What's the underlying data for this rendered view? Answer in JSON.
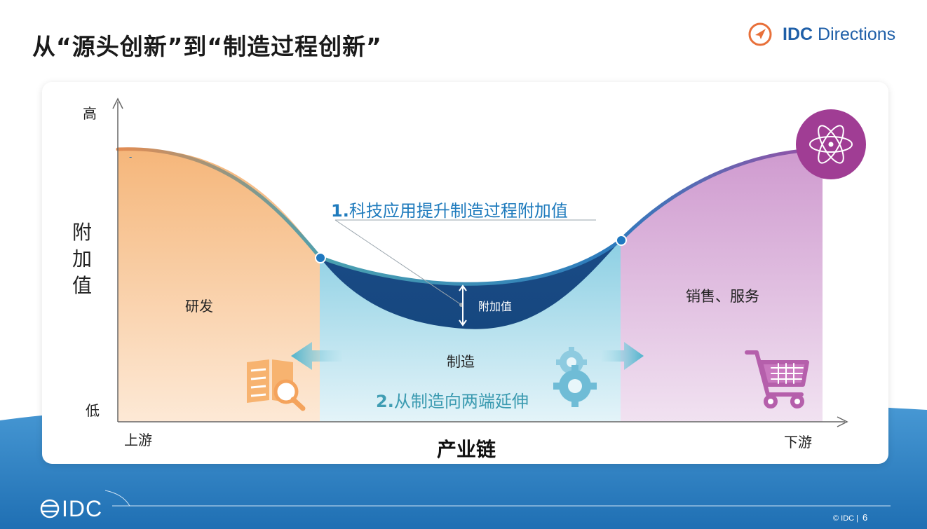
{
  "page": {
    "title": "从“源头创新”到“制造过程创新”",
    "brand": {
      "bold": "IDC",
      "name": "Directions",
      "accent": "#e8703a",
      "color": "#1f5fa8"
    }
  },
  "diagram": {
    "y_axis_high": "高",
    "y_axis_low": "低",
    "y_axis_title": "附加值",
    "x_axis_left": "上游",
    "x_axis_right": "下游",
    "x_axis_title": "产业链",
    "zones": {
      "rnd": "研发",
      "manufacturing": "制造",
      "sales": "销售、服务"
    },
    "callout_1_number": "1.",
    "callout_1_text": "科技应用提升制造过程附加值",
    "callout_2_number": "2.",
    "callout_2_text": "从制造向两端延伸",
    "value_added_label": "附加值",
    "dash_mark": "-",
    "icons": [
      "atom-icon",
      "book-search-icon",
      "gears-icon",
      "shopping-cart-icon"
    ],
    "colors": {
      "rnd": "#f7c592",
      "manufacturing": "#9fd6e6",
      "sales": "#d8a8d6",
      "band": "#1c4f8a",
      "callout_blue": "#1f7bbd",
      "callout_teal": "#3f9db3",
      "atom": "#a03d94"
    }
  },
  "footer": {
    "logo": "IDC",
    "copyright": "© IDC |",
    "page_number": "6",
    "band_color": "#2a7fc1"
  }
}
